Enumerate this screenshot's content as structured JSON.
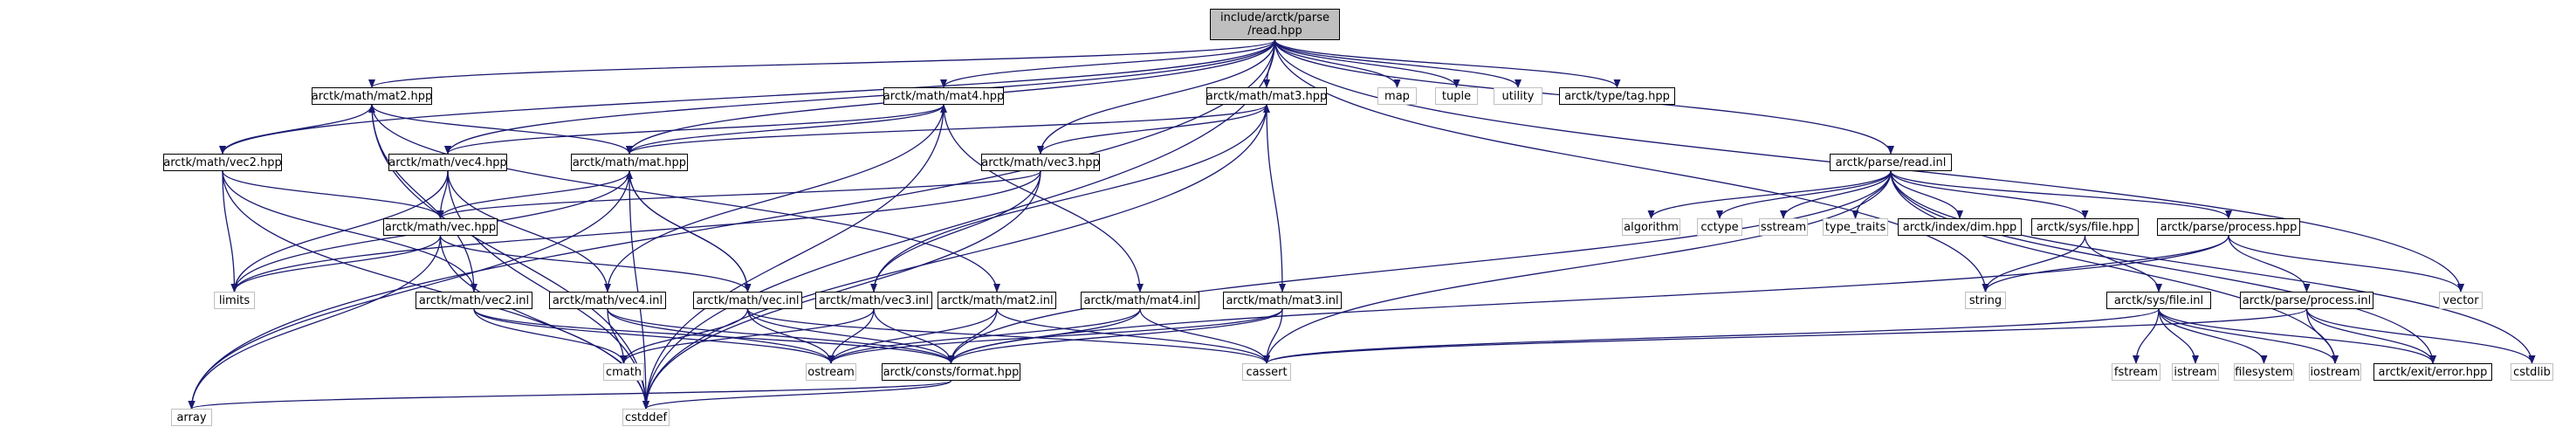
{
  "colors": {
    "edge": "#191970",
    "root_fill": "#bfbfbf",
    "documented_border": "#000000",
    "external_border": "#bfbfbf"
  },
  "nodes": [
    {
      "id": "read_hpp",
      "lines": [
        "include/arctk/parse",
        "/read.hpp"
      ],
      "kind": "root"
    },
    {
      "id": "mat2_hpp",
      "label": "arctk/math/mat2.hpp",
      "kind": "doc"
    },
    {
      "id": "mat4_hpp",
      "label": "arctk/math/mat4.hpp",
      "kind": "doc"
    },
    {
      "id": "mat3_hpp",
      "label": "arctk/math/mat3.hpp",
      "kind": "doc"
    },
    {
      "id": "map",
      "label": "map",
      "kind": "ext"
    },
    {
      "id": "tuple",
      "label": "tuple",
      "kind": "ext"
    },
    {
      "id": "utility",
      "label": "utility",
      "kind": "ext"
    },
    {
      "id": "tag_hpp",
      "label": "arctk/type/tag.hpp",
      "kind": "doc"
    },
    {
      "id": "vec2_hpp",
      "label": "arctk/math/vec2.hpp",
      "kind": "doc"
    },
    {
      "id": "vec4_hpp",
      "label": "arctk/math/vec4.hpp",
      "kind": "doc"
    },
    {
      "id": "mat_hpp",
      "label": "arctk/math/mat.hpp",
      "kind": "doc"
    },
    {
      "id": "vec3_hpp",
      "label": "arctk/math/vec3.hpp",
      "kind": "doc"
    },
    {
      "id": "read_inl",
      "label": "arctk/parse/read.inl",
      "kind": "doc"
    },
    {
      "id": "vec_hpp",
      "label": "arctk/math/vec.hpp",
      "kind": "doc"
    },
    {
      "id": "algorithm",
      "label": "algorithm",
      "kind": "ext"
    },
    {
      "id": "cctype",
      "label": "cctype",
      "kind": "ext"
    },
    {
      "id": "sstream",
      "label": "sstream",
      "kind": "ext"
    },
    {
      "id": "type_traits",
      "label": "type_traits",
      "kind": "ext"
    },
    {
      "id": "dim_hpp",
      "label": "arctk/index/dim.hpp",
      "kind": "doc"
    },
    {
      "id": "file_hpp",
      "label": "arctk/sys/file.hpp",
      "kind": "doc"
    },
    {
      "id": "process_hpp",
      "label": "arctk/parse/process.hpp",
      "kind": "doc"
    },
    {
      "id": "limits",
      "label": "limits",
      "kind": "ext"
    },
    {
      "id": "vec2_inl",
      "label": "arctk/math/vec2.inl",
      "kind": "doc"
    },
    {
      "id": "vec4_inl",
      "label": "arctk/math/vec4.inl",
      "kind": "doc"
    },
    {
      "id": "vec_inl",
      "label": "arctk/math/vec.inl",
      "kind": "doc"
    },
    {
      "id": "vec3_inl",
      "label": "arctk/math/vec3.inl",
      "kind": "doc"
    },
    {
      "id": "mat2_inl",
      "label": "arctk/math/mat2.inl",
      "kind": "doc"
    },
    {
      "id": "mat4_inl",
      "label": "arctk/math/mat4.inl",
      "kind": "doc"
    },
    {
      "id": "mat3_inl",
      "label": "arctk/math/mat3.inl",
      "kind": "doc"
    },
    {
      "id": "string",
      "label": "string",
      "kind": "ext"
    },
    {
      "id": "file_inl",
      "label": "arctk/sys/file.inl",
      "kind": "doc"
    },
    {
      "id": "process_inl",
      "label": "arctk/parse/process.inl",
      "kind": "doc"
    },
    {
      "id": "vector",
      "label": "vector",
      "kind": "ext"
    },
    {
      "id": "cstdlib",
      "label": "cstdlib",
      "kind": "ext"
    },
    {
      "id": "cmath",
      "label": "cmath",
      "kind": "ext"
    },
    {
      "id": "ostream",
      "label": "ostream",
      "kind": "ext"
    },
    {
      "id": "format_hpp",
      "label": "arctk/consts/format.hpp",
      "kind": "doc"
    },
    {
      "id": "cassert",
      "label": "cassert",
      "kind": "ext"
    },
    {
      "id": "fstream",
      "label": "fstream",
      "kind": "ext"
    },
    {
      "id": "istream",
      "label": "istream",
      "kind": "ext"
    },
    {
      "id": "filesystem",
      "label": "filesystem",
      "kind": "ext"
    },
    {
      "id": "iostream",
      "label": "iostream",
      "kind": "ext"
    },
    {
      "id": "error_hpp",
      "label": "arctk/exit/error.hpp",
      "kind": "doc"
    },
    {
      "id": "array",
      "label": "array",
      "kind": "ext"
    },
    {
      "id": "cstddef",
      "label": "cstddef",
      "kind": "ext"
    }
  ],
  "edges": [
    [
      "read_hpp",
      "array"
    ],
    [
      "read_hpp",
      "cstddef"
    ],
    [
      "read_hpp",
      "map"
    ],
    [
      "read_hpp",
      "tuple"
    ],
    [
      "read_hpp",
      "utility"
    ],
    [
      "read_hpp",
      "tag_hpp"
    ],
    [
      "read_hpp",
      "mat2_hpp"
    ],
    [
      "read_hpp",
      "mat4_hpp"
    ],
    [
      "read_hpp",
      "mat3_hpp"
    ],
    [
      "read_hpp",
      "vec2_hpp"
    ],
    [
      "read_hpp",
      "vec4_hpp"
    ],
    [
      "read_hpp",
      "mat_hpp"
    ],
    [
      "read_hpp",
      "vec3_hpp"
    ],
    [
      "read_hpp",
      "read_inl"
    ],
    [
      "read_hpp",
      "vector"
    ],
    [
      "read_hpp",
      "string"
    ],
    [
      "mat2_hpp",
      "vec2_hpp"
    ],
    [
      "mat2_hpp",
      "mat_hpp"
    ],
    [
      "mat2_hpp",
      "mat2_inl"
    ],
    [
      "mat2_hpp",
      "cstddef"
    ],
    [
      "mat4_hpp",
      "vec4_hpp"
    ],
    [
      "mat4_hpp",
      "mat_hpp"
    ],
    [
      "mat4_hpp",
      "mat4_inl"
    ],
    [
      "mat4_hpp",
      "cstddef"
    ],
    [
      "mat3_hpp",
      "vec3_hpp"
    ],
    [
      "mat3_hpp",
      "mat_hpp"
    ],
    [
      "mat3_hpp",
      "mat3_inl"
    ],
    [
      "mat3_hpp",
      "cstddef"
    ],
    [
      "vec2_hpp",
      "vec_hpp"
    ],
    [
      "vec2_hpp",
      "limits"
    ],
    [
      "vec2_hpp",
      "vec2_inl"
    ],
    [
      "vec2_hpp",
      "cstddef"
    ],
    [
      "vec4_hpp",
      "vec_hpp"
    ],
    [
      "vec4_hpp",
      "limits"
    ],
    [
      "vec4_hpp",
      "vec4_inl"
    ],
    [
      "vec4_hpp",
      "cstddef"
    ],
    [
      "mat_hpp",
      "vec_hpp"
    ],
    [
      "mat_hpp",
      "vec_inl"
    ],
    [
      "mat_hpp",
      "limits"
    ],
    [
      "mat_hpp",
      "array"
    ],
    [
      "mat_hpp",
      "cstddef"
    ],
    [
      "vec3_hpp",
      "vec_hpp"
    ],
    [
      "vec3_hpp",
      "limits"
    ],
    [
      "vec3_hpp",
      "vec3_inl"
    ],
    [
      "vec3_hpp",
      "cstddef"
    ],
    [
      "vec_hpp",
      "limits"
    ],
    [
      "vec_hpp",
      "vec_inl"
    ],
    [
      "vec_hpp",
      "array"
    ],
    [
      "vec_hpp",
      "cstddef"
    ],
    [
      "vec2_inl",
      "cmath"
    ],
    [
      "vec2_inl",
      "ostream"
    ],
    [
      "vec2_inl",
      "format_hpp"
    ],
    [
      "vec2_inl",
      "mat2_hpp"
    ],
    [
      "vec4_inl",
      "cmath"
    ],
    [
      "vec4_inl",
      "ostream"
    ],
    [
      "vec4_inl",
      "format_hpp"
    ],
    [
      "vec4_inl",
      "mat4_hpp"
    ],
    [
      "vec_inl",
      "mat_hpp"
    ],
    [
      "vec_inl",
      "cmath"
    ],
    [
      "vec_inl",
      "ostream"
    ],
    [
      "vec_inl",
      "format_hpp"
    ],
    [
      "vec_inl",
      "cassert"
    ],
    [
      "vec3_inl",
      "cmath"
    ],
    [
      "vec3_inl",
      "ostream"
    ],
    [
      "vec3_inl",
      "format_hpp"
    ],
    [
      "vec3_inl",
      "mat3_hpp"
    ],
    [
      "mat2_inl",
      "ostream"
    ],
    [
      "mat2_inl",
      "format_hpp"
    ],
    [
      "mat2_inl",
      "cassert"
    ],
    [
      "mat4_inl",
      "ostream"
    ],
    [
      "mat4_inl",
      "format_hpp"
    ],
    [
      "mat4_inl",
      "cassert"
    ],
    [
      "mat3_inl",
      "ostream"
    ],
    [
      "mat3_inl",
      "format_hpp"
    ],
    [
      "mat3_inl",
      "cassert"
    ],
    [
      "format_hpp",
      "array"
    ],
    [
      "format_hpp",
      "cstddef"
    ],
    [
      "read_inl",
      "algorithm"
    ],
    [
      "read_inl",
      "cctype"
    ],
    [
      "read_inl",
      "sstream"
    ],
    [
      "read_inl",
      "type_traits"
    ],
    [
      "read_inl",
      "dim_hpp"
    ],
    [
      "read_inl",
      "file_hpp"
    ],
    [
      "read_inl",
      "process_hpp"
    ],
    [
      "read_inl",
      "format_hpp"
    ],
    [
      "read_inl",
      "cassert"
    ],
    [
      "read_inl",
      "iostream"
    ],
    [
      "read_inl",
      "error_hpp"
    ],
    [
      "read_inl",
      "cstdlib"
    ],
    [
      "file_hpp",
      "string"
    ],
    [
      "file_hpp",
      "file_inl"
    ],
    [
      "process_hpp",
      "string"
    ],
    [
      "process_hpp",
      "vector"
    ],
    [
      "process_hpp",
      "process_inl"
    ],
    [
      "process_hpp",
      "format_hpp"
    ],
    [
      "file_inl",
      "fstream"
    ],
    [
      "file_inl",
      "istream"
    ],
    [
      "file_inl",
      "filesystem"
    ],
    [
      "file_inl",
      "iostream"
    ],
    [
      "file_inl",
      "error_hpp"
    ],
    [
      "file_inl",
      "cassert"
    ],
    [
      "process_inl",
      "iostream"
    ],
    [
      "process_inl",
      "error_hpp"
    ],
    [
      "process_inl",
      "cstdlib"
    ],
    [
      "process_inl",
      "cassert"
    ]
  ]
}
